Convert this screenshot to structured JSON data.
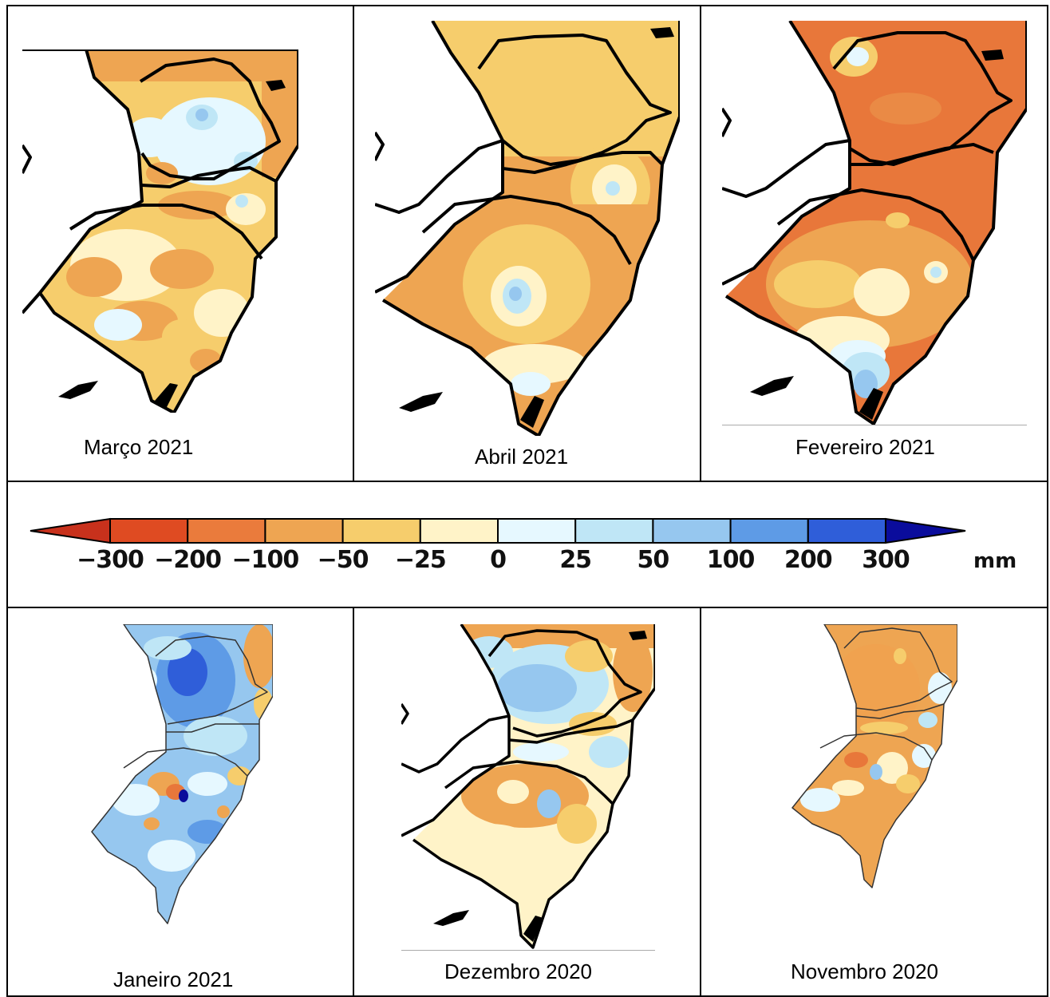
{
  "panels": [
    {
      "id": "marco",
      "caption": "Março 2021"
    },
    {
      "id": "abril",
      "caption": "Abril 2021"
    },
    {
      "id": "fevereiro",
      "caption": "Fevereiro 2021"
    },
    {
      "id": "janeiro",
      "caption": "Janeiro 2021"
    },
    {
      "id": "dezembro",
      "caption": "Dezembro 2020"
    },
    {
      "id": "novembro",
      "caption": "Novembro 2020"
    }
  ],
  "legend": {
    "ticks": [
      "−300",
      "−200",
      "−100",
      "−50",
      "−25",
      "0",
      "25",
      "50",
      "100",
      "200",
      "300"
    ],
    "unit": "mm",
    "colors": [
      "#c8311c",
      "#df4b22",
      "#ea7b3c",
      "#eea552",
      "#f6cd6c",
      "#fff3c8",
      "#e6f8ff",
      "#bfe6f6",
      "#96c7ef",
      "#5e9be6",
      "#2f5ed9",
      "#0a0c9c"
    ]
  },
  "palette": {
    "dry_strong": "#e8773a",
    "dry": "#eea552",
    "dry_light": "#f6cd6c",
    "neutral_dry": "#fff3c8",
    "neutral_wet": "#e6f8ff",
    "wet_light": "#bfe6f6",
    "wet": "#96c7ef",
    "wet_strong": "#5e9be6",
    "wet_very": "#2f5ed9"
  }
}
